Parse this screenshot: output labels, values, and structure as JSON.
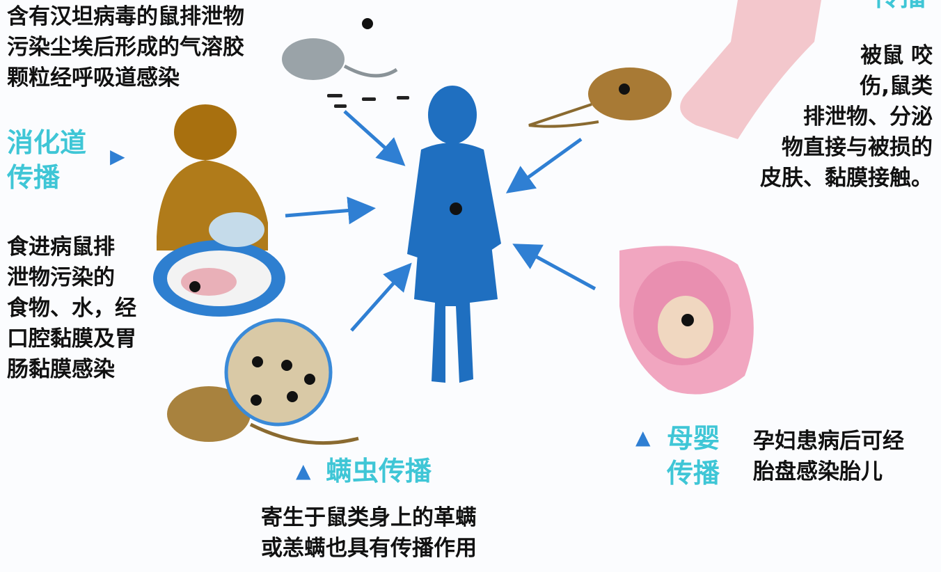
{
  "respiratory": {
    "text": "含有汉坦病毒的鼠排泄物\n污染尘埃后形成的气溶胶\n颗粒经呼吸道感染"
  },
  "digestive": {
    "heading": "消化道\n传播",
    "text": "食进病鼠排\n泄物污染的\n食物、水，经\n口腔黏膜及胃\n肠黏膜感染"
  },
  "contact": {
    "heading": "传播",
    "text": "被鼠 咬\n伤,鼠类\n排泄物、分泌\n物直接与被损的\n皮肤、黏膜接触。"
  },
  "mite": {
    "heading": "螨虫传播",
    "text": "寄生于鼠类身上的革螨\n或恙螨也具有传播作用"
  },
  "maternal": {
    "heading": "母婴\n传播",
    "text": "孕妇患病后可经\n胎盘感染胎儿"
  },
  "colors": {
    "heading": "#3fc6d6",
    "arrow": "#2f7fd3",
    "person": "#1f6fc0"
  },
  "icons": [
    "triangle-right-icon",
    "triangle-up-icon",
    "arrow-icon"
  ]
}
